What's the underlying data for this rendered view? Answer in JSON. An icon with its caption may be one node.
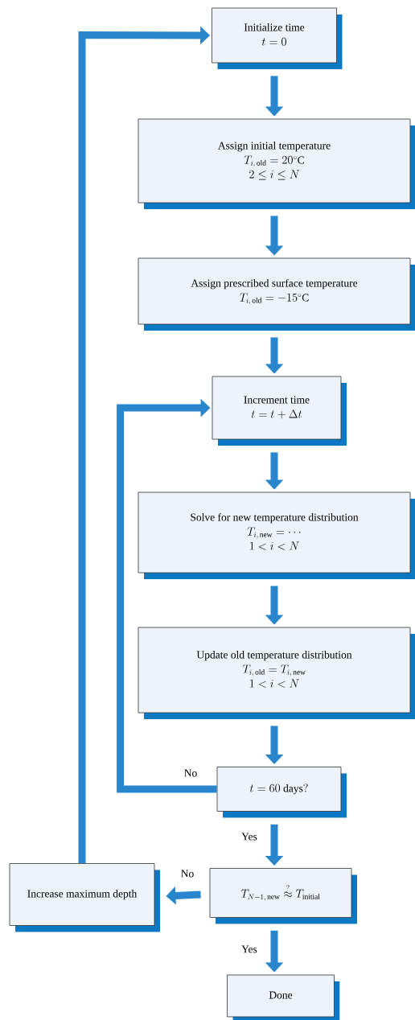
{
  "diagram": {
    "nodes": [
      {
        "text": [
          "Initialize time",
          "t = 0"
        ]
      },
      {
        "text": [
          "Assign initial temperature",
          "T_{i,\\,\\mathrm{old}} = 20^{\\circ}\\mathrm{C}",
          "2 \\le i \\le N"
        ]
      },
      {
        "text": [
          "Assign prescribed surface temperature",
          "T_{i,\\,\\mathrm{old}} = -15^{\\circ}\\mathrm{C}"
        ]
      },
      {
        "text": [
          "Increment time",
          "t = t + \\Delta t"
        ]
      },
      {
        "text": [
          "Solve for new temperature distribution",
          "T_{i,\\,\\mathrm{new}} = \\cdots",
          "1 < i < N"
        ]
      },
      {
        "text": [
          "Update old temperature distribution",
          "T_{i,\\,\\mathrm{old}} = T_{i,\\,\\mathrm{new}}",
          "1 < i < N"
        ]
      },
      {
        "text": [
          "t = 60\\ \\mathrm{days?}"
        ]
      },
      {
        "text": [
          "T_{N-1,\\,\\mathrm{new}} \\stackrel{?}{\\approx} T_{\\mathrm{initial}}"
        ]
      },
      {
        "text": [
          "Increase maximum depth"
        ]
      },
      {
        "text": [
          "Done"
        ]
      }
    ],
    "edges": [
      {
        "from": 0,
        "to": 1,
        "arrow": "to"
      },
      {
        "from": 1,
        "to": 2,
        "arrow": "to"
      },
      {
        "from": 2,
        "to": 3,
        "arrow": "to"
      },
      {
        "from": 3,
        "to": 4,
        "arrow": "to"
      },
      {
        "from": 4,
        "to": 5,
        "arrow": "to"
      },
      {
        "from": 5,
        "to": 6,
        "arrow": "to"
      },
      {
        "from": 6,
        "to": 3,
        "label": "No",
        "arrow": "to"
      },
      {
        "from": 6,
        "to": 7,
        "label": "Yes",
        "arrow": "to"
      },
      {
        "from": 7,
        "to": 8,
        "label": "No",
        "arrow": "to"
      },
      {
        "from": 8,
        "to": 0,
        "arrow": "to"
      },
      {
        "from": 7,
        "to": 9,
        "label": "Yes",
        "arrow": "to"
      }
    ]
  }
}
